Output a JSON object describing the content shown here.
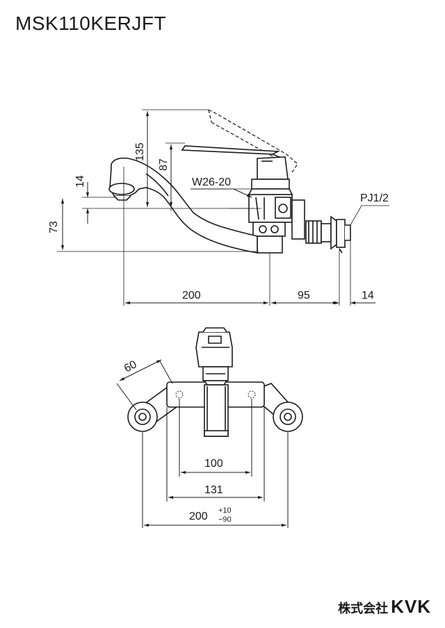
{
  "title": "MSK110KERJFT",
  "brand": {
    "japanese": "株式会社",
    "logo": "KVK"
  },
  "side_view": {
    "dimensions": {
      "height_135": "135",
      "height_87": "87",
      "height_14": "14",
      "height_73": "73",
      "width_200": "200",
      "width_95": "95",
      "width_14": "14"
    },
    "labels": {
      "thread": "W26-20",
      "pipe": "PJ1/2"
    }
  },
  "front_view": {
    "dimensions": {
      "angle_60": "60",
      "width_100": "100",
      "width_131": "131",
      "width_200": "200",
      "tol_plus": "+10",
      "tol_minus": "−90"
    }
  }
}
